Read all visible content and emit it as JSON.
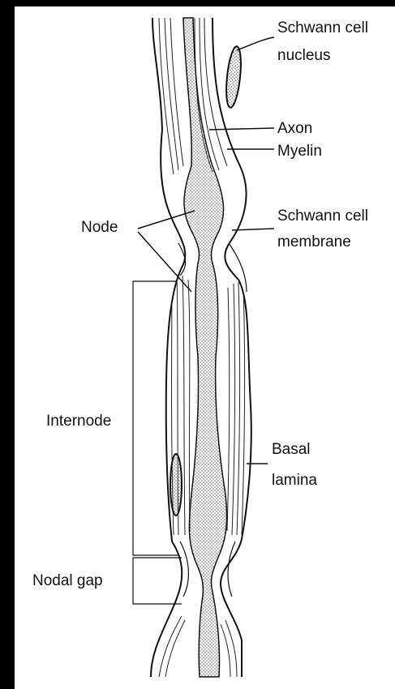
{
  "labels": {
    "schwann_nucleus": [
      "Schwann cell",
      "nucleus"
    ],
    "axon": "Axon",
    "myelin": "Myelin",
    "node": "Node",
    "schwann_membrane": [
      "Schwann cell",
      "membrane"
    ],
    "internode": "Internode",
    "basal_lamina": [
      "Basal",
      "lamina"
    ],
    "nodal_gap": "Nodal gap"
  },
  "colors": {
    "frame": "#000000",
    "paper": "#ffffff",
    "ink": "#111111",
    "axoplasm_dots": "#555555"
  }
}
